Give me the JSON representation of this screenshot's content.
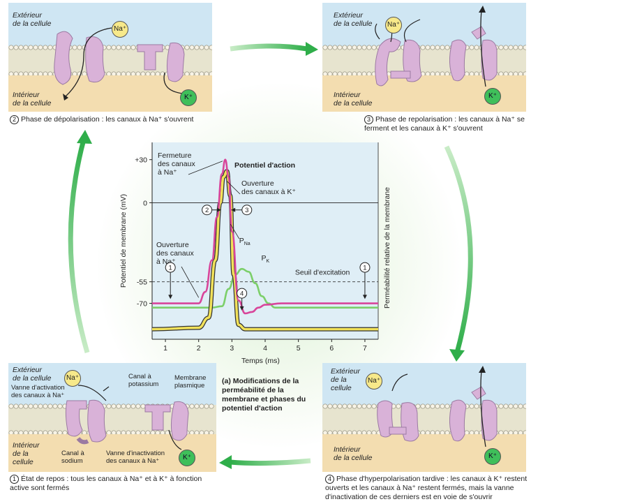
{
  "panels": {
    "p2": {
      "outside": "Extérieur\nde la cellule",
      "inside": "Intérieur\nde la cellule",
      "na": "Na⁺",
      "k": "K⁺",
      "num": "2",
      "caption": "Phase de dépolarisation : les canaux à Na⁺ s'ouvrent"
    },
    "p3": {
      "outside": "Extérieur\nde la cellule",
      "inside": "Intérieur\nde la cellule",
      "na": "Na⁺",
      "k": "K⁺",
      "num": "3",
      "caption": "Phase de repolarisation : les canaux à Na⁺ se ferment et les canaux à K⁺ s'ouvrent"
    },
    "p1": {
      "outside": "Extérieur\nde la cellule",
      "inside": "Intérieur\nde la\ncellule",
      "na": "Na⁺",
      "k": "K⁺",
      "num": "1",
      "caption": "État de repos : tous les canaux à Na⁺ et à K⁺ à fonction active sont fermés",
      "gate_act": "Vanne d'activation\ndes canaux à Na⁺",
      "k_channel": "Canal à\npotassium",
      "membrane": "Membrane\nplasmique",
      "na_channel": "Canal à\nsodium",
      "gate_inact": "Vanne d'inactivation\ndes canaux à Na⁺"
    },
    "p4": {
      "outside": "Extérieur\nde la\ncellule",
      "inside": "Intérieur\nde la cellule",
      "na": "Na⁺",
      "k": "K⁺",
      "num": "4",
      "caption": "Phase d'hyperpolarisation tardive : les canaux à K⁺ restent ouverts et les canaux à Na⁺ restent fermés, mais la vanne d'inactivation de ces derniers est en voie de s'ouvrir"
    }
  },
  "figure_caption": {
    "letter": "(a)",
    "text": "Modifications de la perméabilité de la membrane et phases du potentiel d'action"
  },
  "chart_data": {
    "type": "line",
    "xlabel": "Temps (ms)",
    "ylabel": "Potentiel de membrane (mV)",
    "ylabel_right": "Perméabilité relative de la membrane",
    "x_ticks": [
      "1",
      "2",
      "3",
      "4",
      "5",
      "6",
      "7"
    ],
    "y_ticks": [
      "+30",
      "0",
      "-55",
      "-70"
    ],
    "xlim": [
      0.6,
      7.4
    ],
    "ylim": [
      -95,
      42
    ],
    "threshold": {
      "value": -55,
      "label": "Seuil d'excitation"
    },
    "series": [
      {
        "name": "Potentiel d'action",
        "color": "#d8459a",
        "x": [
          0.6,
          2.0,
          2.2,
          2.4,
          2.55,
          2.7,
          2.8,
          2.9,
          3.0,
          3.2,
          3.4,
          3.6,
          3.8,
          4.0,
          4.5,
          7.4
        ],
        "y": [
          -70,
          -70,
          -62,
          -40,
          -10,
          20,
          30,
          18,
          -20,
          -68,
          -77,
          -76,
          -73,
          -71,
          -70,
          -70
        ]
      },
      {
        "name": "P_Na",
        "color": "#f2e25a",
        "x": [
          0.6,
          2.0,
          2.3,
          2.5,
          2.65,
          2.75,
          2.85,
          2.95,
          3.05,
          3.2,
          3.4,
          7.4
        ],
        "y": [
          -88,
          -87,
          -80,
          -40,
          0,
          18,
          22,
          5,
          -50,
          -85,
          -88,
          -88
        ]
      },
      {
        "name": "P_K",
        "color": "#7ccf6a",
        "x": [
          0.6,
          2.4,
          2.7,
          2.9,
          3.1,
          3.3,
          3.5,
          3.7,
          3.9,
          4.1,
          4.3,
          7.4
        ],
        "y": [
          -73,
          -73,
          -72,
          -60,
          -50,
          -46,
          -48,
          -56,
          -65,
          -70,
          -73,
          -73
        ]
      }
    ],
    "annotations": [
      {
        "text": "Fermeture\ndes canaux\nà Na⁺"
      },
      {
        "text": "Potentiel d'action"
      },
      {
        "text": "Ouverture\ndes canaux à K⁺"
      },
      {
        "text": "Ouverture\ndes canaux\nà Na⁺"
      },
      {
        "text": "P",
        "sub": "Na"
      },
      {
        "text": "P",
        "sub": "K"
      }
    ],
    "phase_markers": [
      "1",
      "2",
      "3",
      "4",
      "1"
    ]
  }
}
